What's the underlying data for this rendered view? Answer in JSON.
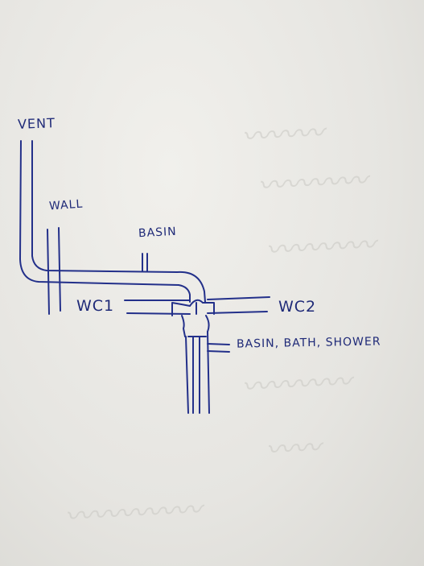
{
  "labels": {
    "vent": "VENT",
    "wall": "WALL",
    "basin": "BASIN",
    "wc1": "WC1",
    "wc2": "WC2",
    "basin_bath_shower": "BASIN, BATH, SHOWER"
  },
  "colors": {
    "ink": "#23308a",
    "paper": "#e9e8e4"
  }
}
